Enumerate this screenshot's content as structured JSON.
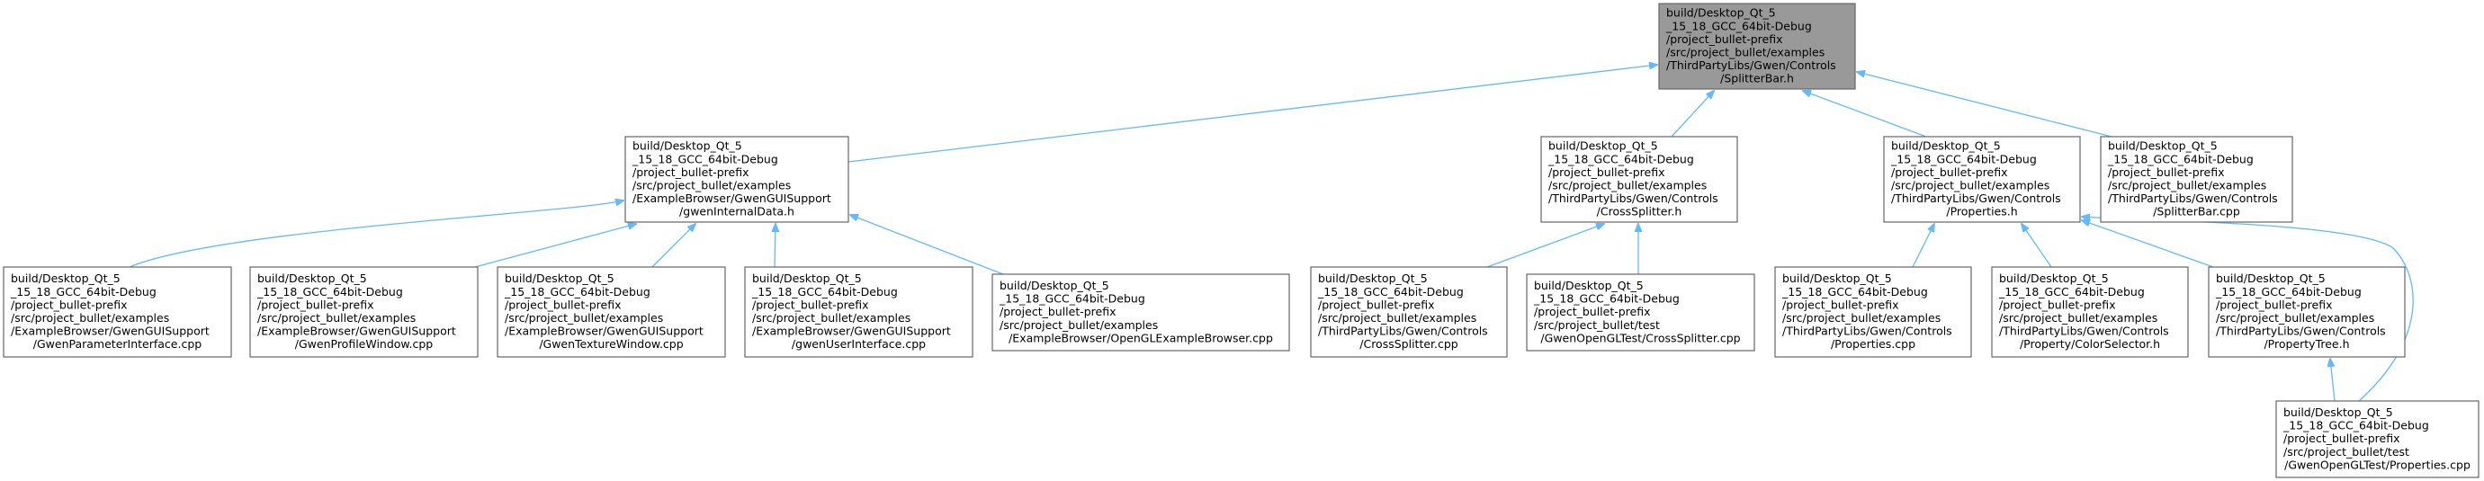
{
  "colors": {
    "edge": "#63b8ff",
    "root_fill": "#999999",
    "node_fill": "#ffffff",
    "node_border": "#666666"
  },
  "nodes": [
    {
      "id": "root",
      "lines": [
        "build/Desktop_Qt_5",
        "_15_18_GCC_64bit-Debug",
        "/project_bullet-prefix",
        "/src/project_bullet/examples",
        "/ThirdPartyLibs/Gwen/Controls",
        "/SplitterBar.h"
      ]
    },
    {
      "id": "gwenInternalData",
      "lines": [
        "build/Desktop_Qt_5",
        "_15_18_GCC_64bit-Debug",
        "/project_bullet-prefix",
        "/src/project_bullet/examples",
        "/ExampleBrowser/GwenGUISupport",
        "/gwenInternalData.h"
      ]
    },
    {
      "id": "CrossSplitterH",
      "lines": [
        "build/Desktop_Qt_5",
        "_15_18_GCC_64bit-Debug",
        "/project_bullet-prefix",
        "/src/project_bullet/examples",
        "/ThirdPartyLibs/Gwen/Controls",
        "/CrossSplitter.h"
      ]
    },
    {
      "id": "PropertiesH",
      "lines": [
        "build/Desktop_Qt_5",
        "_15_18_GCC_64bit-Debug",
        "/project_bullet-prefix",
        "/src/project_bullet/examples",
        "/ThirdPartyLibs/Gwen/Controls",
        "/Properties.h"
      ]
    },
    {
      "id": "SplitterBarCpp",
      "lines": [
        "build/Desktop_Qt_5",
        "_15_18_GCC_64bit-Debug",
        "/project_bullet-prefix",
        "/src/project_bullet/examples",
        "/ThirdPartyLibs/Gwen/Controls",
        "/SplitterBar.cpp"
      ]
    },
    {
      "id": "GwenParameterInterface",
      "lines": [
        "build/Desktop_Qt_5",
        "_15_18_GCC_64bit-Debug",
        "/project_bullet-prefix",
        "/src/project_bullet/examples",
        "/ExampleBrowser/GwenGUISupport",
        "/GwenParameterInterface.cpp"
      ]
    },
    {
      "id": "GwenProfileWindow",
      "lines": [
        "build/Desktop_Qt_5",
        "_15_18_GCC_64bit-Debug",
        "/project_bullet-prefix",
        "/src/project_bullet/examples",
        "/ExampleBrowser/GwenGUISupport",
        "/GwenProfileWindow.cpp"
      ]
    },
    {
      "id": "GwenTextureWindow",
      "lines": [
        "build/Desktop_Qt_5",
        "_15_18_GCC_64bit-Debug",
        "/project_bullet-prefix",
        "/src/project_bullet/examples",
        "/ExampleBrowser/GwenGUISupport",
        "/GwenTextureWindow.cpp"
      ]
    },
    {
      "id": "gwenUserInterface",
      "lines": [
        "build/Desktop_Qt_5",
        "_15_18_GCC_64bit-Debug",
        "/project_bullet-prefix",
        "/src/project_bullet/examples",
        "/ExampleBrowser/GwenGUISupport",
        "/gwenUserInterface.cpp"
      ]
    },
    {
      "id": "OpenGLExampleBrowser",
      "lines": [
        "build/Desktop_Qt_5",
        "_15_18_GCC_64bit-Debug",
        "/project_bullet-prefix",
        "/src/project_bullet/examples",
        "/ExampleBrowser/OpenGLExampleBrowser.cpp"
      ]
    },
    {
      "id": "CrossSplitterCpp",
      "lines": [
        "build/Desktop_Qt_5",
        "_15_18_GCC_64bit-Debug",
        "/project_bullet-prefix",
        "/src/project_bullet/examples",
        "/ThirdPartyLibs/Gwen/Controls",
        "/CrossSplitter.cpp"
      ]
    },
    {
      "id": "GwenOpenGLTestCrossSplitter",
      "lines": [
        "build/Desktop_Qt_5",
        "_15_18_GCC_64bit-Debug",
        "/project_bullet-prefix",
        "/src/project_bullet/test",
        "/GwenOpenGLTest/CrossSplitter.cpp"
      ]
    },
    {
      "id": "PropertiesCpp",
      "lines": [
        "build/Desktop_Qt_5",
        "_15_18_GCC_64bit-Debug",
        "/project_bullet-prefix",
        "/src/project_bullet/examples",
        "/ThirdPartyLibs/Gwen/Controls",
        "/Properties.cpp"
      ]
    },
    {
      "id": "ColorSelector",
      "lines": [
        "build/Desktop_Qt_5",
        "_15_18_GCC_64bit-Debug",
        "/project_bullet-prefix",
        "/src/project_bullet/examples",
        "/ThirdPartyLibs/Gwen/Controls",
        "/Property/ColorSelector.h"
      ]
    },
    {
      "id": "PropertyTree",
      "lines": [
        "build/Desktop_Qt_5",
        "_15_18_GCC_64bit-Debug",
        "/project_bullet-prefix",
        "/src/project_bullet/examples",
        "/ThirdPartyLibs/Gwen/Controls",
        "/PropertyTree.h"
      ]
    },
    {
      "id": "GwenOpenGLTestProperties",
      "lines": [
        "build/Desktop_Qt_5",
        "_15_18_GCC_64bit-Debug",
        "/project_bullet-prefix",
        "/src/project_bullet/test",
        "/GwenOpenGLTest/Properties.cpp"
      ]
    }
  ],
  "edges": [
    {
      "from": "gwenInternalData",
      "to": "root"
    },
    {
      "from": "CrossSplitterH",
      "to": "root"
    },
    {
      "from": "PropertiesH",
      "to": "root"
    },
    {
      "from": "SplitterBarCpp",
      "to": "root"
    },
    {
      "from": "GwenParameterInterface",
      "to": "gwenInternalData"
    },
    {
      "from": "GwenProfileWindow",
      "to": "gwenInternalData"
    },
    {
      "from": "GwenTextureWindow",
      "to": "gwenInternalData"
    },
    {
      "from": "gwenUserInterface",
      "to": "gwenInternalData"
    },
    {
      "from": "OpenGLExampleBrowser",
      "to": "gwenInternalData"
    },
    {
      "from": "CrossSplitterCpp",
      "to": "CrossSplitterH"
    },
    {
      "from": "GwenOpenGLTestCrossSplitter",
      "to": "CrossSplitterH"
    },
    {
      "from": "PropertiesCpp",
      "to": "PropertiesH"
    },
    {
      "from": "ColorSelector",
      "to": "PropertiesH"
    },
    {
      "from": "PropertyTree",
      "to": "PropertiesH"
    },
    {
      "from": "GwenOpenGLTestProperties",
      "to": "PropertiesH"
    },
    {
      "from": "GwenOpenGLTestProperties",
      "to": "PropertyTree"
    }
  ]
}
